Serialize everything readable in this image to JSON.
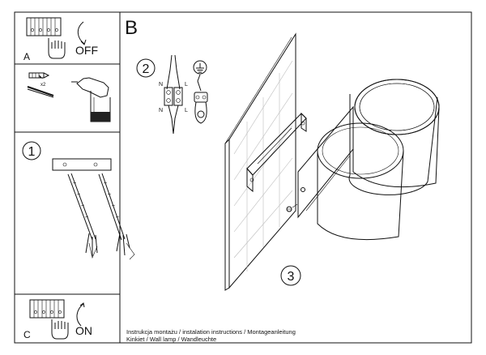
{
  "panels": {
    "a": {
      "letter": "A",
      "label": "OFF"
    },
    "b": {
      "letter": "B"
    },
    "c": {
      "letter": "C",
      "label": "ON"
    }
  },
  "steps": {
    "one": "1",
    "two": "2",
    "three": "3"
  },
  "wiring": {
    "n": "N",
    "l": "L",
    "x2": "x2"
  },
  "footer": {
    "line1": "Instrukcja montażu / instalation instructions / Montageanleitung",
    "line2": "Kinkiet / Wall lamp / Wandleuchte"
  }
}
